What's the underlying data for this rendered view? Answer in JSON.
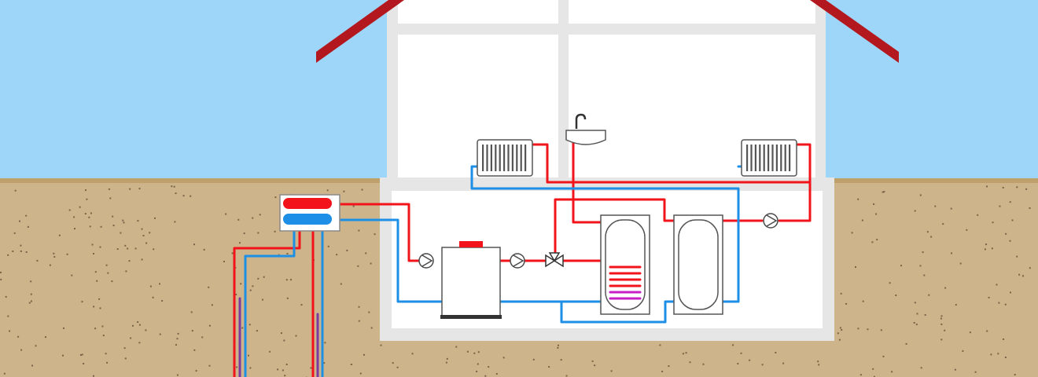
{
  "colors": {
    "sky": "#9dd6f8",
    "ground": "#cdb48a",
    "ground_edge": "#bf9f6a",
    "soil_speck": "#7a6448",
    "roof": "#b3181f",
    "wall": "#e6e6e6",
    "room": "#ffffff",
    "hot_pipe": "#f2131b",
    "cold_pipe": "#1e8fe6",
    "mixed_pipe": "#7a3aa0",
    "coil_magenta": "#c81ec8",
    "outline": "#555555"
  },
  "components": [
    {
      "name": "ground-collector-manifold",
      "icon": "manifold-icon"
    },
    {
      "name": "heat-pump-unit",
      "icon": "heat-pump-icon"
    },
    {
      "name": "hot-water-cylinder",
      "icon": "cylinder-coil-icon"
    },
    {
      "name": "buffer-tank",
      "icon": "tank-icon"
    },
    {
      "name": "radiator-left",
      "icon": "radiator-icon"
    },
    {
      "name": "radiator-right",
      "icon": "radiator-icon"
    },
    {
      "name": "wash-basin",
      "icon": "sink-faucet-icon"
    },
    {
      "name": "circulation-pump-source",
      "icon": "pump-icon"
    },
    {
      "name": "circulation-pump-primary",
      "icon": "pump-icon"
    },
    {
      "name": "circulation-pump-heating",
      "icon": "pump-icon"
    },
    {
      "name": "three-way-valve",
      "icon": "valve-icon"
    }
  ]
}
